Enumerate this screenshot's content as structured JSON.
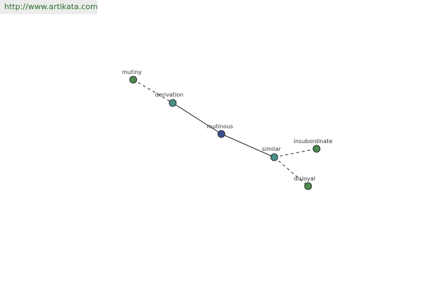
{
  "watermark": "http://www.artikata.com",
  "graph": {
    "nodes": [
      {
        "id": "mutiny",
        "label": "mutiny",
        "color": "#4f8a4f"
      },
      {
        "id": "derivation",
        "label": "derivation",
        "color": "#4a8f8a"
      },
      {
        "id": "mutinous",
        "label": "mutinous",
        "color": "#3d4f8f"
      },
      {
        "id": "similar",
        "label": "similar",
        "color": "#4a8f8a"
      },
      {
        "id": "insubordinate",
        "label": "insubordinate",
        "color": "#4f8a4f"
      },
      {
        "id": "disloyal",
        "label": "disloyal",
        "color": "#4f8a4f"
      }
    ],
    "edges": [
      {
        "from": "mutiny",
        "to": "derivation",
        "style": "dashed"
      },
      {
        "from": "derivation",
        "to": "mutinous",
        "style": "solid"
      },
      {
        "from": "mutinous",
        "to": "similar",
        "style": "solid"
      },
      {
        "from": "similar",
        "to": "insubordinate",
        "style": "dashed"
      },
      {
        "from": "similar",
        "to": "disloyal",
        "style": "dashed"
      }
    ]
  }
}
